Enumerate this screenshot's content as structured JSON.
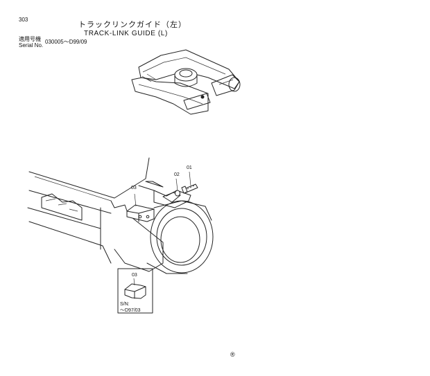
{
  "page": {
    "number": "303",
    "title_jp": "トラックリンクガイド（左）",
    "title_en": "TRACK-LINK GUIDE (L)",
    "serial_label_jp": "適用号機",
    "serial_label_en": "Serial No.",
    "serial_range": "030005～D99/09",
    "trademark": "®"
  },
  "callouts": {
    "bolt": "01",
    "washer": "02",
    "guide": "03"
  },
  "inset": {
    "callout": "03",
    "sn_label": "S/N:",
    "sn_range": "～D97/03"
  }
}
